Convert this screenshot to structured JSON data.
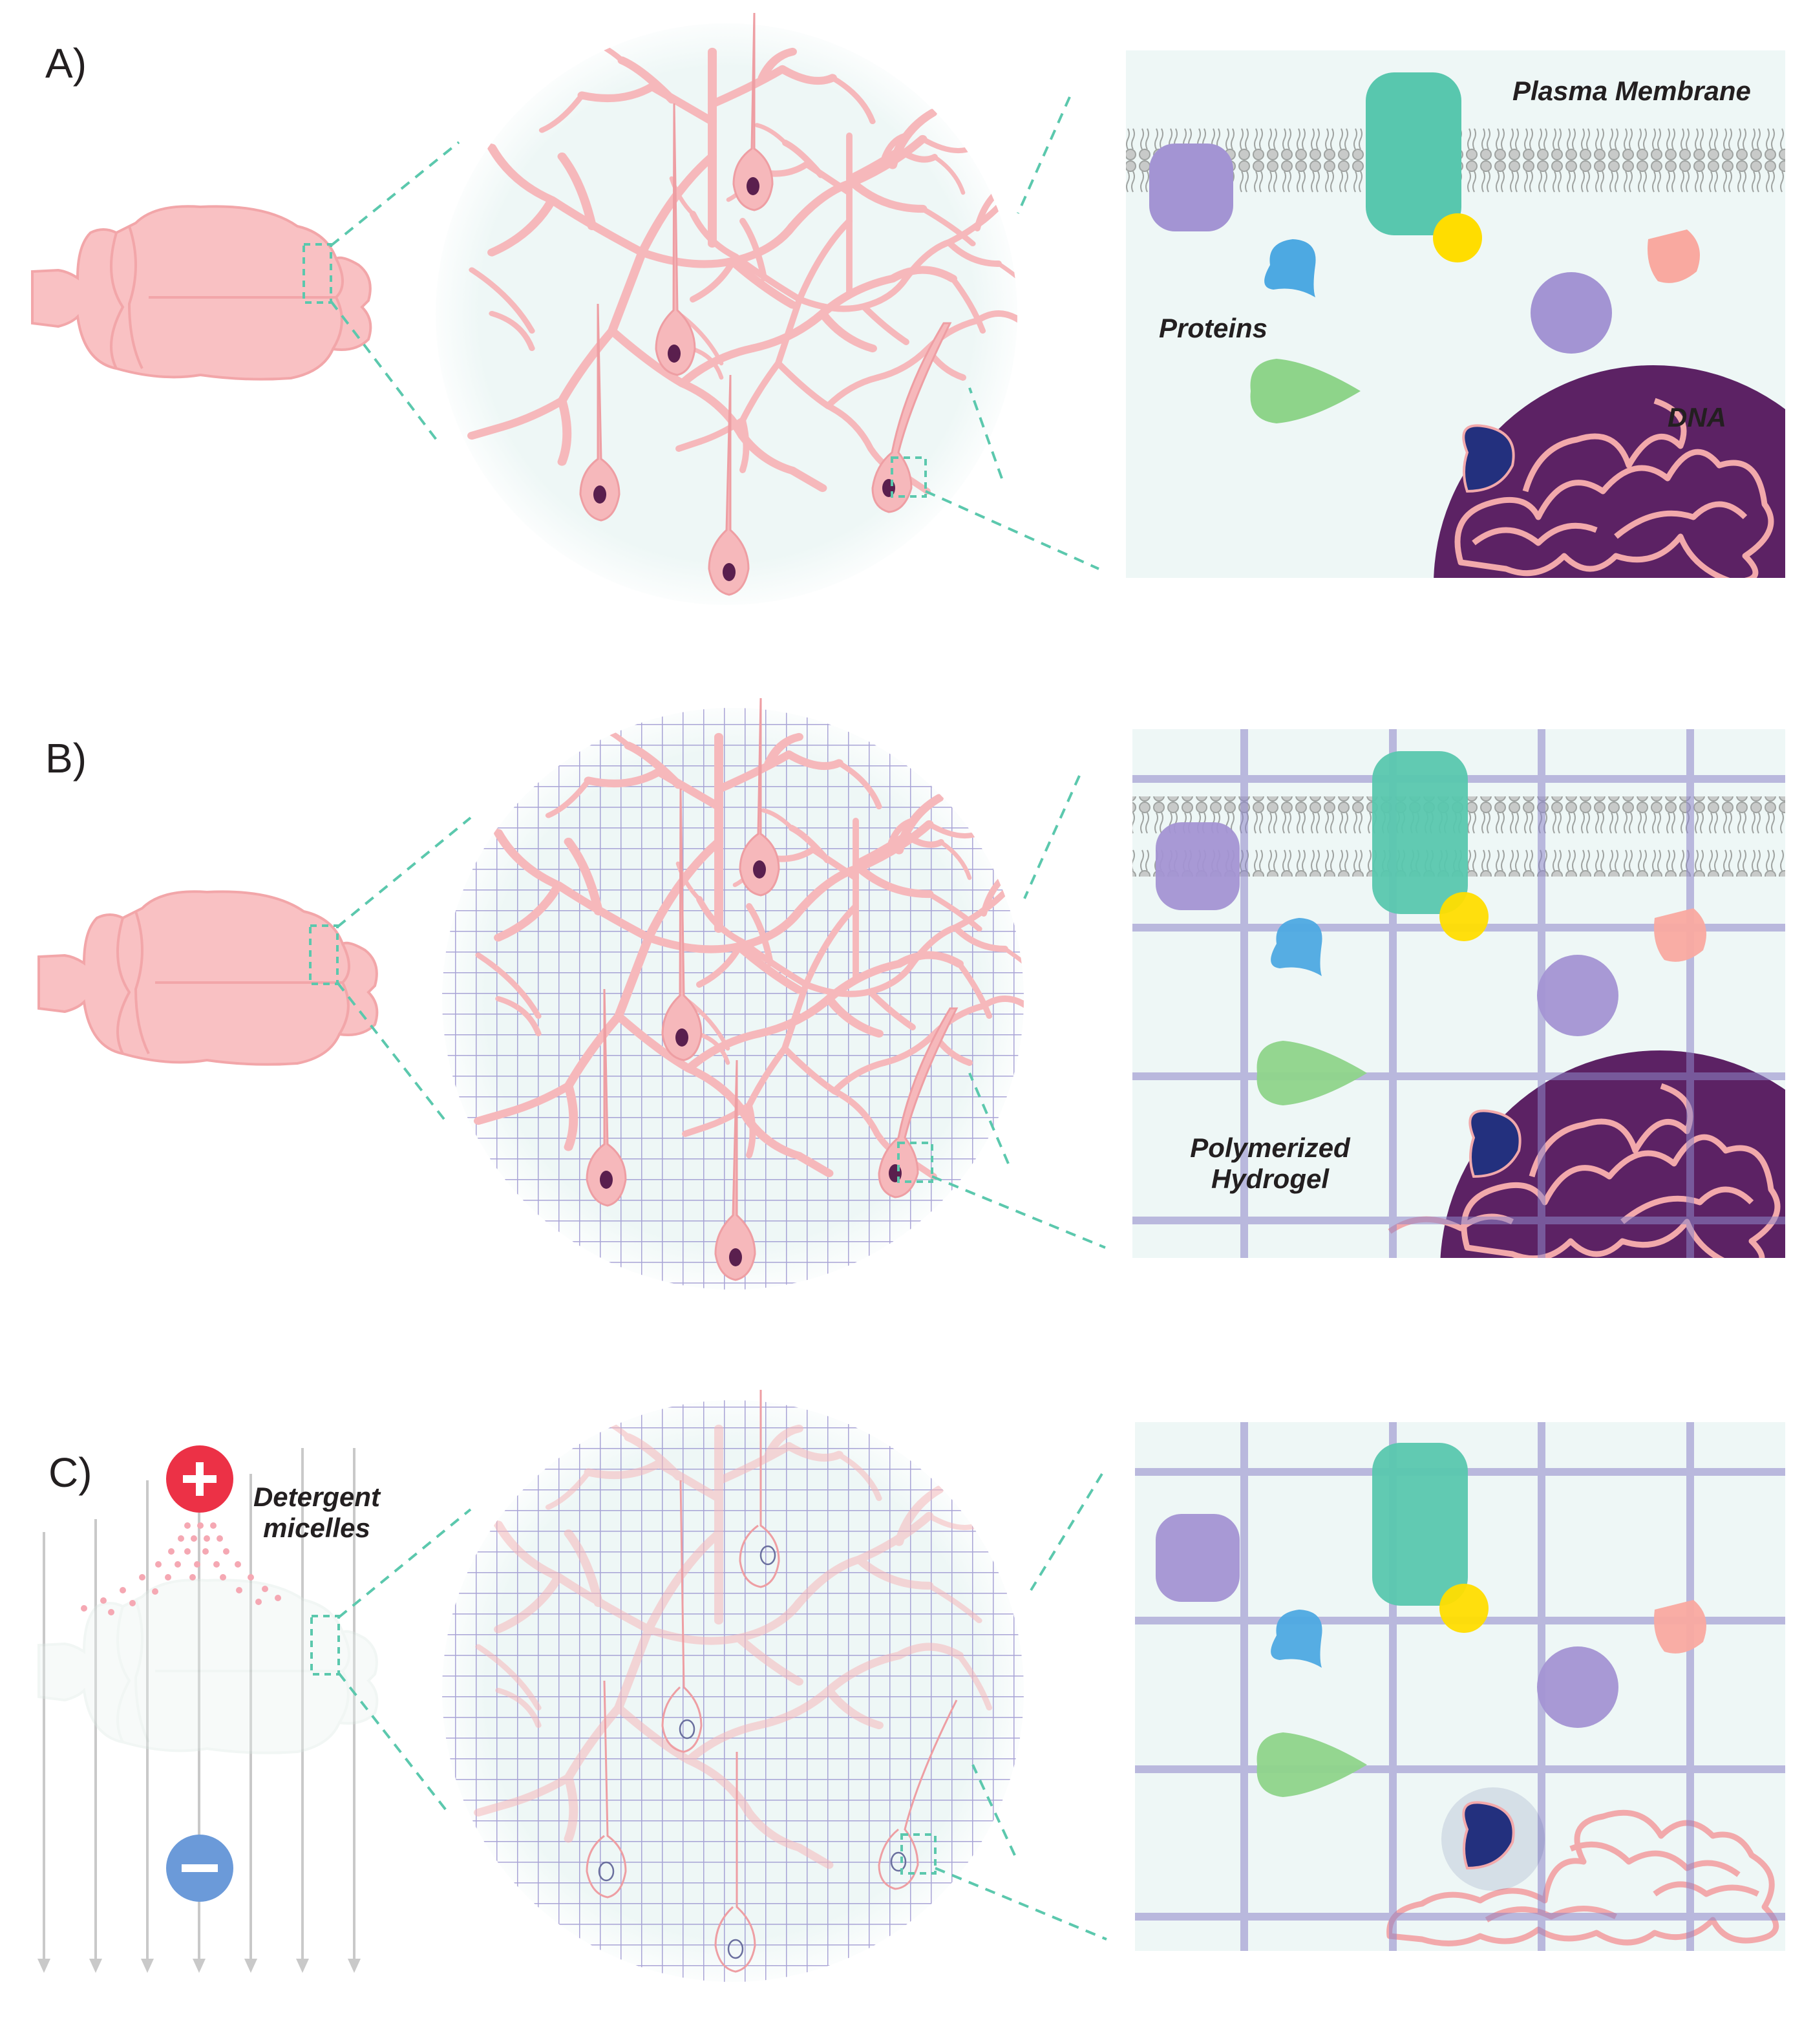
{
  "panels": [
    {
      "letter": "A)",
      "text1": "Plasma Membrane",
      "text2": "Proteins",
      "text3": "DNA"
    },
    {
      "letter": "B)",
      "text1": "Polymerized",
      "text2": "Hydrogel"
    },
    {
      "letter": "C)",
      "text1": "Detergent",
      "text2": "micelles"
    }
  ],
  "colors": {
    "brain": "#f9c1c3",
    "brain_outline": "#f2a6a9",
    "neuron": "#f6b8bb",
    "neuron_stroke": "#ee9ea3",
    "nucleus": "#5a1f4e",
    "circle_bg": "#eef7f6",
    "zoom_line": "#5bc8ad",
    "grid": "#8e86c9",
    "panel_bg": "#eef7f6",
    "membrane": "#9fa3a1",
    "protein_teal": "#58c7ae",
    "protein_purple": "#a394d3",
    "protein_blue": "#4da9e2",
    "protein_yellow": "#ffdd00",
    "protein_salmon": "#f9a9a0",
    "protein_green": "#8ed48a",
    "dna_nucleus": "#5c2264",
    "dna_strand": "#f2a9ab",
    "heart": "#23307e",
    "plus": "#ec3146",
    "minus": "#6b9ad9",
    "arrow": "#c9c9c9",
    "micelle": "#f5a8b3"
  }
}
